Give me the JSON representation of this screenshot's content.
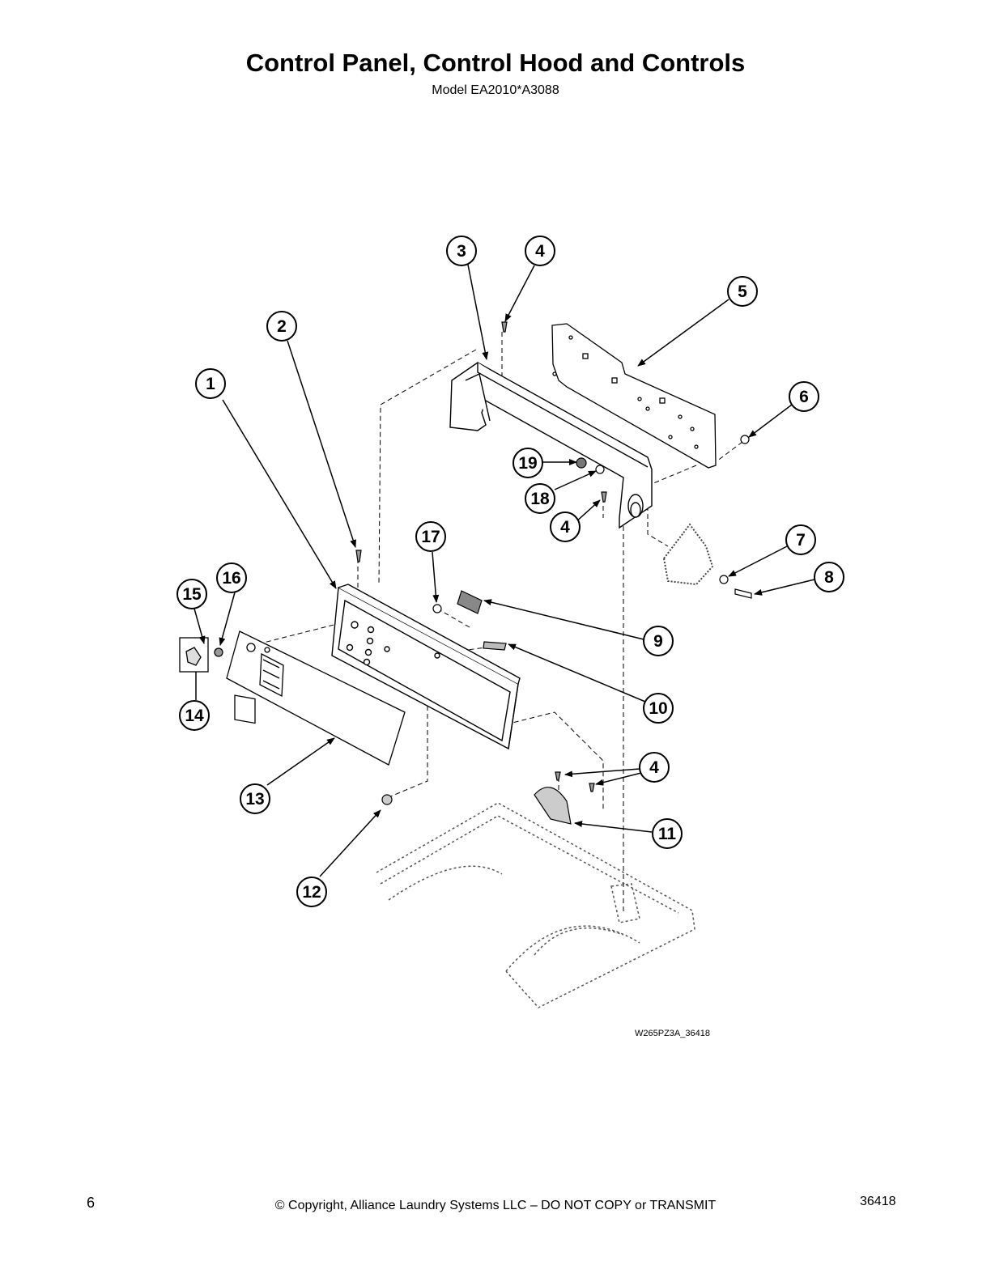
{
  "header": {
    "title": "Control Panel, Control Hood and Controls",
    "subtitle": "Model EA2010*A3088"
  },
  "diagram": {
    "figure_id": "W265PZ3A_36418",
    "callouts": [
      {
        "key": "c1",
        "label": "1"
      },
      {
        "key": "c2",
        "label": "2"
      },
      {
        "key": "c3",
        "label": "3"
      },
      {
        "key": "c4a",
        "label": "4"
      },
      {
        "key": "c4b",
        "label": "4"
      },
      {
        "key": "c4c",
        "label": "4"
      },
      {
        "key": "c5",
        "label": "5"
      },
      {
        "key": "c6",
        "label": "6"
      },
      {
        "key": "c7",
        "label": "7"
      },
      {
        "key": "c8",
        "label": "8"
      },
      {
        "key": "c9",
        "label": "9"
      },
      {
        "key": "c10",
        "label": "10"
      },
      {
        "key": "c11",
        "label": "11"
      },
      {
        "key": "c12",
        "label": "12"
      },
      {
        "key": "c13",
        "label": "13"
      },
      {
        "key": "c14",
        "label": "14"
      },
      {
        "key": "c15",
        "label": "15"
      },
      {
        "key": "c16",
        "label": "16"
      },
      {
        "key": "c17",
        "label": "17"
      },
      {
        "key": "c18",
        "label": "18"
      },
      {
        "key": "c19",
        "label": "19"
      }
    ]
  },
  "footer": {
    "page_number": "6",
    "copyright": "© Copyright, Alliance Laundry Systems LLC – DO NOT COPY or TRANSMIT",
    "doc_number": "36418"
  }
}
